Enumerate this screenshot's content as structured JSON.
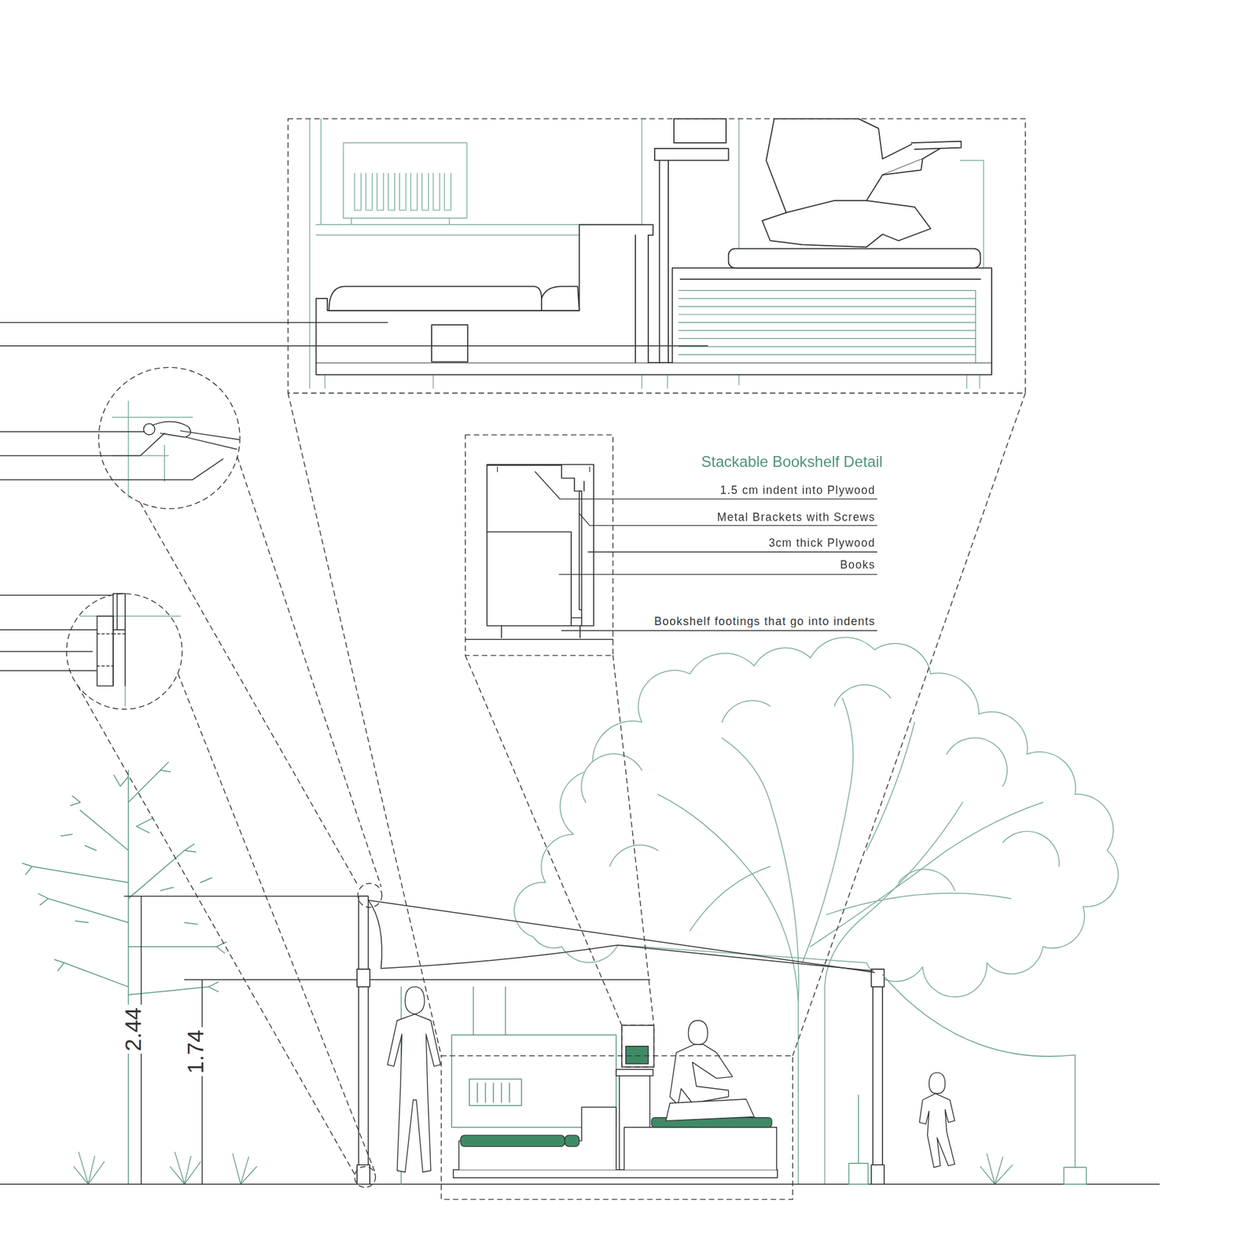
{
  "diagram": {
    "title": "Stackable Bookshelf Detail",
    "labels": [
      "1.5 cm indent into Plywood",
      "Metal Brackets with Screws",
      "3cm thick Plywood",
      "Books",
      "Bookshelf footings that go into indents",
      "2.44",
      "1.74"
    ]
  }
}
